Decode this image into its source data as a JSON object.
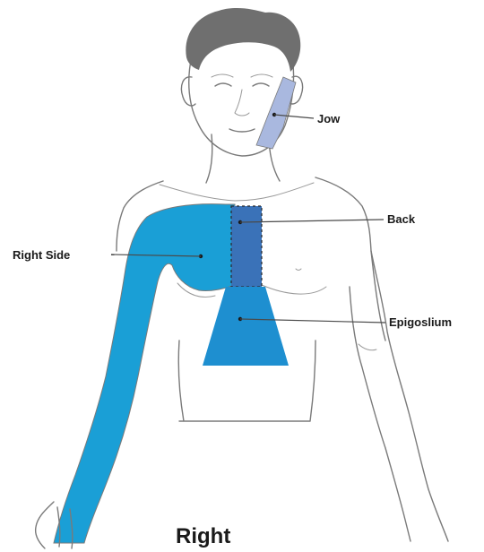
{
  "labels": {
    "jaw": "Jow",
    "back": "Back",
    "right_side": "Right Side",
    "epigastrium": "Epigoslium",
    "caption": "Right"
  },
  "colors": {
    "arm_region": "#1a9fd6",
    "back_region": "#3a72b8",
    "epigastrium_region": "#1e8fd0",
    "jaw_region": "#a9b8df",
    "hair": "#6f6f6f",
    "outline": "#7a7a7a"
  }
}
